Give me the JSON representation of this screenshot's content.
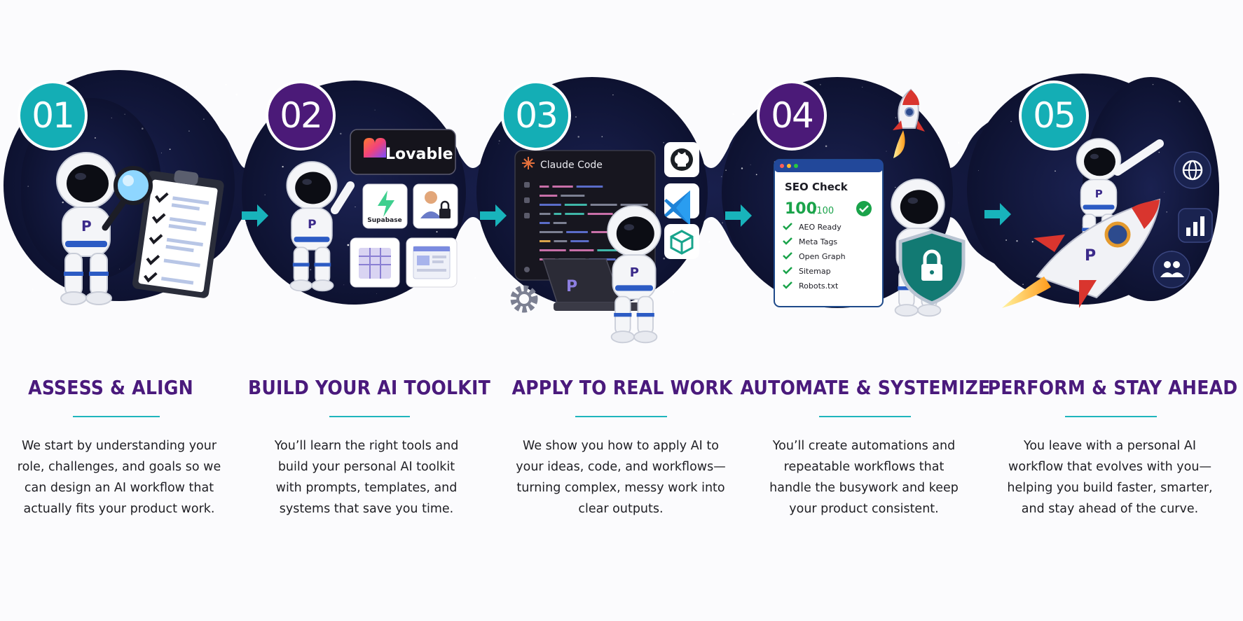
{
  "steps": [
    {
      "number": "01",
      "title": "ASSESS & ALIGN",
      "description": [
        "We start by understanding your",
        "role, challenges, and goals so we",
        "can design an AI workflow that",
        "actually fits your product work."
      ],
      "badge_color": "#14aeb5"
    },
    {
      "number": "02",
      "title": "BUILD YOUR AI TOOLKIT",
      "description": [
        "You’ll learn the right tools and",
        "build your personal AI toolkit",
        "with prompts, templates, and",
        "systems that save you time."
      ],
      "badge_color": "#4b1a78"
    },
    {
      "number": "03",
      "title": "APPLY TO REAL WORK",
      "description": [
        "We show you how to apply AI to",
        "your ideas, code, and workflows—",
        "turning complex, messy work into",
        "clear outputs."
      ],
      "badge_color": "#14aeb5"
    },
    {
      "number": "04",
      "title": "AUTOMATE & SYSTEMIZE",
      "description": [
        "You’ll create automations and",
        "repeatable workflows that",
        "handle the busywork and keep",
        "your product consistent."
      ],
      "badge_color": "#4b1a78"
    },
    {
      "number": "05",
      "title": "PERFORM & STAY AHEAD",
      "description": [
        "You leave with a personal AI",
        "workflow that evolves with you—",
        "helping you build faster, smarter,",
        "and stay ahead of the curve."
      ],
      "badge_color": "#14aeb5"
    }
  ],
  "panel2": {
    "lovable": "Lovable",
    "supabase": "Supabase"
  },
  "panel3": {
    "window_title": "Claude Code"
  },
  "panel4": {
    "card_title": "SEO Check",
    "score": "100",
    "score_total": "/100",
    "checks": [
      "AEO Ready",
      "Meta Tags",
      "Open Graph",
      "Sitemap",
      "Robots.txt"
    ]
  },
  "icons": {
    "step1": [
      "astronaut-icon",
      "magnifier-icon",
      "checklist-clipboard-icon"
    ],
    "step2": [
      "astronaut-icon",
      "lovable-logo-icon",
      "supabase-bolt-icon",
      "user-lock-icon",
      "template-grid-icon",
      "dashboard-template-icon"
    ],
    "step3": [
      "astronaut-icon",
      "laptop-icon",
      "github-icon",
      "vscode-icon",
      "package-box-icon",
      "gear-icon"
    ],
    "step4": [
      "astronaut-icon",
      "shield-lock-icon",
      "rocket-icon",
      "check-circle-icon"
    ],
    "step5": [
      "astronaut-icon",
      "rocket-icon",
      "globe-icon",
      "bar-chart-icon",
      "users-icon"
    ]
  },
  "colors": {
    "teal": "#14aeb5",
    "purple": "#4a1a7c",
    "space": "#0d1230",
    "check_green": "#1aa34a"
  }
}
